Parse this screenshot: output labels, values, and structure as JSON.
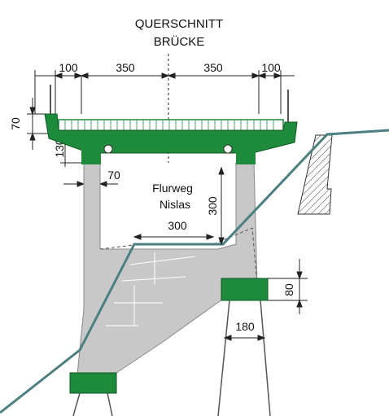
{
  "title": {
    "line1": "QUERSCHNITT",
    "line2": "BRÜCKE"
  },
  "dimensions": {
    "deck_left_overhang": "100",
    "deck_left_half": "350",
    "deck_right_half": "350",
    "deck_right_overhang": "100",
    "deck_edge_height": "70",
    "girder_height": "130",
    "pier_width": "70",
    "underpass_width": "300",
    "underpass_height": "300",
    "footing_height": "80",
    "footing_width": "180"
  },
  "labels": {
    "path_name": "Flurweg",
    "path_place": "Nislas"
  },
  "colors": {
    "structure_green": "#1e8a3c",
    "concrete_grey": "#c8c8c8",
    "terrain_line": "#4d7f80",
    "dimension_ink": "#222222",
    "hatch_ink": "#333333"
  }
}
